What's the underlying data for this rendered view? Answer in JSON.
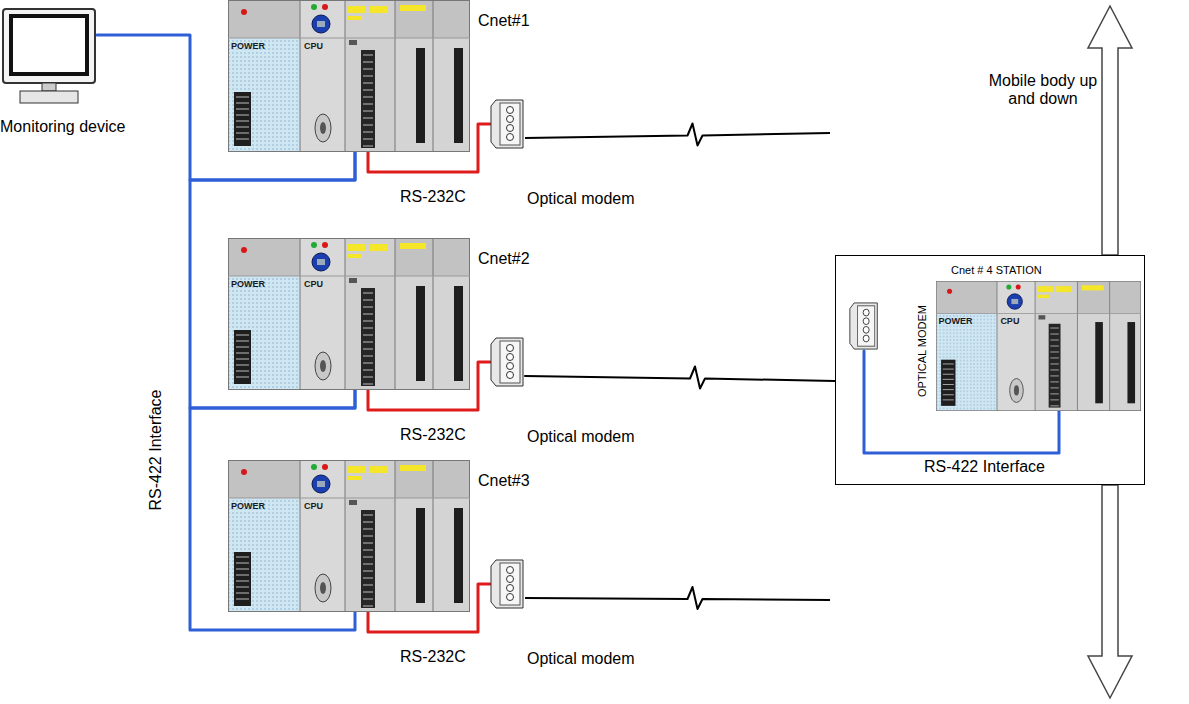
{
  "diagram": {
    "nodes": [
      {
        "text": [
          "Monitoring device"
        ]
      },
      {
        "text": [
          "Cnet#1",
          "POWER",
          "CPU"
        ]
      },
      {
        "text": [
          "Optical modem"
        ]
      },
      {
        "text": [
          "Cnet#2",
          "POWER",
          "CPU"
        ]
      },
      {
        "text": [
          "Optical modem"
        ]
      },
      {
        "text": [
          "Cnet#3",
          "POWER",
          "CPU"
        ]
      },
      {
        "text": [
          "Optical modem"
        ]
      },
      {
        "text": [
          "Cnet # 4 STATION"
        ]
      },
      {
        "text": [
          "POWER",
          "CPU"
        ],
        "in": 7
      },
      {
        "text": [
          "OPTICAL MODEM"
        ],
        "in": 7
      }
    ],
    "edges": [
      {
        "from": 0,
        "to": 1,
        "arrow": "none"
      },
      {
        "from": 1,
        "to": 3,
        "arrow": "none"
      },
      {
        "from": 3,
        "to": 5,
        "arrow": "none"
      },
      {
        "from": 1,
        "to": 2,
        "label": "RS-232C",
        "arrow": "none"
      },
      {
        "from": 3,
        "to": 4,
        "label": "RS-232C",
        "arrow": "none"
      },
      {
        "from": 5,
        "to": 6,
        "label": "RS-232C",
        "arrow": "none"
      },
      {
        "from": 4,
        "to": 7,
        "arrow": "none"
      },
      {
        "from": 8,
        "to": 9,
        "label": "RS-422 Interface",
        "arrow": "none"
      }
    ],
    "labels": [
      "RS-422 Interface",
      "Mobile body up and down"
    ]
  }
}
